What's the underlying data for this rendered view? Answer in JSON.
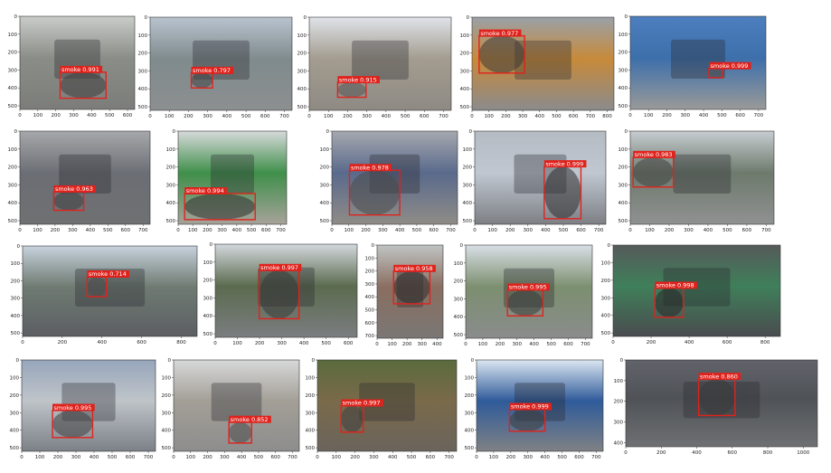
{
  "figure": {
    "panels": [
      {
        "id": "r1c1",
        "label": "smoke 0.991",
        "x_ticks": [
          "0",
          "100",
          "200",
          "300",
          "400",
          "500",
          "600"
        ],
        "y_ticks": [
          "0",
          "100",
          "200",
          "300",
          "400",
          "500"
        ],
        "colors": {
          "sky": "#c9ccc9",
          "mid": "#8a8d87",
          "ground": "#7c7d7a",
          "smoke": "#3e3e3e"
        }
      },
      {
        "id": "r1c2",
        "label": "smoke 0.797",
        "x_ticks": [
          "0",
          "100",
          "200",
          "300",
          "400",
          "500",
          "600",
          "700"
        ],
        "y_ticks": [
          "0",
          "100",
          "200",
          "300",
          "400",
          "500"
        ],
        "colors": {
          "sky": "#b9c3cf",
          "mid": "#7f8b8d",
          "ground": "#8d8f90",
          "smoke": "#444"
        }
      },
      {
        "id": "r1c3",
        "label": "smoke 0.915",
        "x_ticks": [
          "0",
          "100",
          "200",
          "300",
          "400",
          "500",
          "600",
          "700"
        ],
        "y_ticks": [
          "0",
          "100",
          "200",
          "300",
          "400",
          "500"
        ],
        "colors": {
          "sky": "#dfe3e8",
          "mid": "#a39c8f",
          "ground": "#8e8a84",
          "smoke": "#555"
        }
      },
      {
        "id": "r1c4",
        "label": "smoke 0.977",
        "x_ticks": [
          "0",
          "100",
          "200",
          "300",
          "400",
          "500",
          "600",
          "700",
          "800"
        ],
        "y_ticks": [
          "0",
          "100",
          "200",
          "300",
          "400",
          "500"
        ],
        "colors": {
          "sky": "#9aa1a8",
          "mid": "#c78a3a",
          "ground": "#8a8b8d",
          "smoke": "#3a3a3a"
        }
      },
      {
        "id": "r1c5",
        "label": "smoke 0.999",
        "x_ticks": [
          "0",
          "100",
          "200",
          "300",
          "400",
          "500",
          "600",
          "700"
        ],
        "y_ticks": [
          "0",
          "100",
          "200",
          "300",
          "400",
          "500"
        ],
        "colors": {
          "sky": "#4d7fbf",
          "mid": "#3d6fab",
          "ground": "#9a9a98",
          "smoke": "#555"
        }
      },
      {
        "id": "r2c1",
        "label": "smoke 0.963",
        "x_ticks": [
          "0",
          "100",
          "200",
          "300",
          "400",
          "500",
          "600",
          "700"
        ],
        "y_ticks": [
          "0",
          "100",
          "200",
          "300",
          "400",
          "500"
        ],
        "colors": {
          "sky": "#a6a8ab",
          "mid": "#6b6e74",
          "ground": "#6f7072",
          "smoke": "#3f3f3f"
        }
      },
      {
        "id": "r2c2",
        "label": "smoke 0.994",
        "x_ticks": [
          "0",
          "100",
          "200",
          "300",
          "400",
          "500",
          "600",
          "700"
        ],
        "y_ticks": [
          "0",
          "100",
          "200",
          "300",
          "400",
          "500"
        ],
        "colors": {
          "sky": "#d7dadb",
          "mid": "#3f8f4a",
          "ground": "#a7a29a",
          "smoke": "#2f2f2f"
        }
      },
      {
        "id": "r2c3",
        "label": "smoke 0.978",
        "x_ticks": [
          "0",
          "100",
          "200",
          "300",
          "400",
          "500",
          "600",
          "700"
        ],
        "y_ticks": [
          "0",
          "100",
          "200",
          "300",
          "400",
          "500"
        ],
        "colors": {
          "sky": "#a5a8ae",
          "mid": "#5a6a8c",
          "ground": "#8f8c87",
          "smoke": "#4a4a4a"
        }
      },
      {
        "id": "r2c4",
        "label": "smoke 0.999",
        "x_ticks": [
          "0",
          "100",
          "200",
          "300",
          "400",
          "500",
          "600",
          "700"
        ],
        "y_ticks": [
          "0",
          "100",
          "200",
          "300",
          "400",
          "500"
        ],
        "colors": {
          "sky": "#b5bbc3",
          "mid": "#c0c7d1",
          "ground": "#7d7f84",
          "smoke": "#2e2e2e"
        }
      },
      {
        "id": "r2c5",
        "label": "smoke 0.983",
        "x_ticks": [
          "0",
          "100",
          "200",
          "300",
          "400",
          "500",
          "600",
          "700"
        ],
        "y_ticks": [
          "0",
          "100",
          "200",
          "300",
          "400",
          "500"
        ],
        "colors": {
          "sky": "#c7ccd1",
          "mid": "#6d7a6c",
          "ground": "#909192",
          "smoke": "#444"
        }
      },
      {
        "id": "r3c1",
        "label": "smoke 0.714",
        "x_ticks": [
          "0",
          "200",
          "400",
          "600",
          "800"
        ],
        "y_ticks": [
          "0",
          "100",
          "200",
          "300",
          "400",
          "500"
        ],
        "colors": {
          "sky": "#c7d2dd",
          "mid": "#6f7b72",
          "ground": "#5c5e63",
          "smoke": "#4c4c4c"
        }
      },
      {
        "id": "r3c2",
        "label": "smoke 0.997",
        "x_ticks": [
          "0",
          "100",
          "200",
          "300",
          "400",
          "500",
          "600"
        ],
        "y_ticks": [
          "0",
          "100",
          "200",
          "300",
          "400",
          "500"
        ],
        "colors": {
          "sky": "#d3d7dc",
          "mid": "#5b6b4f",
          "ground": "#7b7d80",
          "smoke": "#3b3b3b"
        }
      },
      {
        "id": "r3c3",
        "label": "smoke 0.958",
        "x_ticks": [
          "0",
          "100",
          "200",
          "300",
          "400"
        ],
        "y_ticks": [
          "0",
          "100",
          "200",
          "300",
          "400",
          "500",
          "600",
          "700"
        ],
        "colors": {
          "sky": "#c0c4c4",
          "mid": "#8a6e60",
          "ground": "#7a7775",
          "smoke": "#2e2e2e"
        }
      },
      {
        "id": "r3c4",
        "label": "smoke 0.995",
        "x_ticks": [
          "0",
          "100",
          "200",
          "300",
          "400",
          "500",
          "600",
          "700"
        ],
        "y_ticks": [
          "0",
          "100",
          "200",
          "300",
          "400",
          "500"
        ],
        "colors": {
          "sky": "#d8dfe6",
          "mid": "#7c8f6f",
          "ground": "#8a8c8d",
          "smoke": "#3a3a3a"
        }
      },
      {
        "id": "r3c5",
        "label": "smoke 0.998",
        "x_ticks": [
          "0",
          "200",
          "400",
          "600",
          "800"
        ],
        "y_ticks": [
          "0",
          "100",
          "200",
          "300",
          "400",
          "500"
        ],
        "colors": {
          "sky": "#555a5a",
          "mid": "#3f7f5a",
          "ground": "#4a4c4f",
          "smoke": "#2a2a2a"
        }
      },
      {
        "id": "r4c1",
        "label": "smoke 0.995",
        "x_ticks": [
          "0",
          "100",
          "200",
          "300",
          "400",
          "500",
          "600",
          "700"
        ],
        "y_ticks": [
          "0",
          "100",
          "200",
          "300",
          "400",
          "500"
        ],
        "colors": {
          "sky": "#97a6bb",
          "mid": "#bfc4c9",
          "ground": "#7c8087",
          "smoke": "#3f3f3f"
        }
      },
      {
        "id": "r4c2",
        "label": "smoke 0.852",
        "x_ticks": [
          "0",
          "100",
          "200",
          "300",
          "400",
          "500",
          "600",
          "700"
        ],
        "y_ticks": [
          "0",
          "100",
          "200",
          "300",
          "400",
          "500"
        ],
        "colors": {
          "sky": "#d7d8d9",
          "mid": "#a39f97",
          "ground": "#8d8d8d",
          "smoke": "#4a4a4a"
        }
      },
      {
        "id": "r4c3",
        "label": "smoke 0.997",
        "x_ticks": [
          "0",
          "100",
          "200",
          "300",
          "400",
          "500",
          "600",
          "700"
        ],
        "y_ticks": [
          "0",
          "100",
          "200",
          "300",
          "400",
          "500"
        ],
        "colors": {
          "sky": "#5a6b3c",
          "mid": "#7a6a4a",
          "ground": "#6a645c",
          "smoke": "#3f3f3f"
        }
      },
      {
        "id": "r4c4",
        "label": "smoke 0.999",
        "x_ticks": [
          "0",
          "100",
          "200",
          "300",
          "400",
          "500",
          "600",
          "700"
        ],
        "y_ticks": [
          "0",
          "100",
          "200",
          "300",
          "400",
          "500"
        ],
        "colors": {
          "sky": "#dbe6f1",
          "mid": "#2f5b9a",
          "ground": "#7f8184",
          "smoke": "#3e3e3e"
        }
      },
      {
        "id": "r4c5",
        "label": "smoke 0.860",
        "x_ticks": [
          "0",
          "200",
          "400",
          "600",
          "800",
          "1000"
        ],
        "y_ticks": [
          "0",
          "100",
          "200",
          "300",
          "400"
        ],
        "colors": {
          "sky": "#61636a",
          "mid": "#4f5357",
          "ground": "#6e7073",
          "smoke": "#3a3a3a"
        }
      }
    ]
  }
}
